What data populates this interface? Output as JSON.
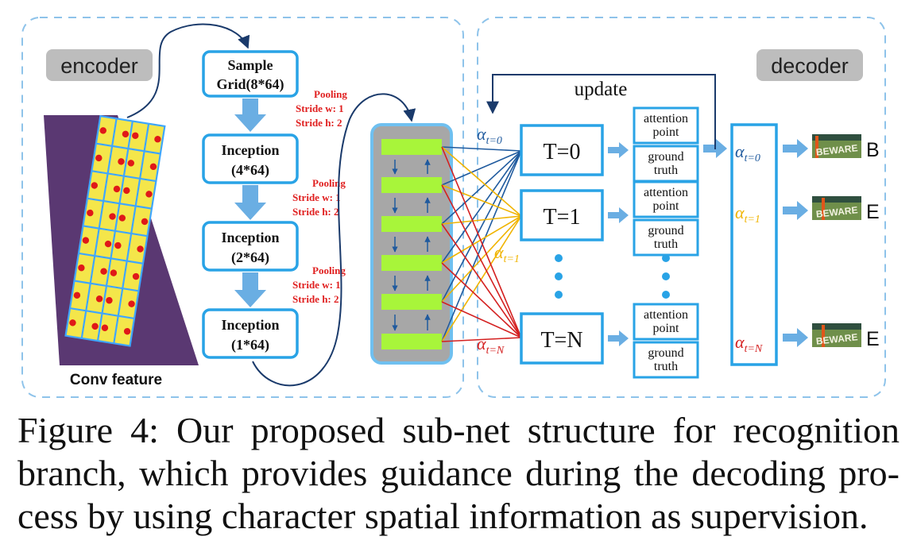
{
  "encoder": {
    "label": "encoder",
    "conv_feature_label": "Conv feature",
    "blocks": [
      {
        "line1": "Sample",
        "line2": "Grid(8*64)"
      },
      {
        "line1": "Inception",
        "line2": "(4*64)"
      },
      {
        "line1": "Inception",
        "line2": "(2*64)"
      },
      {
        "line1": "Inception",
        "line2": "(1*64)"
      }
    ],
    "pooling": [
      {
        "l1": "Pooling",
        "l2": "Stride w: 1",
        "l3": "Stride h: 2"
      },
      {
        "l1": "Pooling",
        "l2": "Stride w: 1",
        "l3": "Stride h: 2"
      },
      {
        "l1": "Pooling",
        "l2": "Stride w: 1",
        "l3": "Stride h: 2"
      }
    ]
  },
  "decoder": {
    "label": "decoder",
    "update_label": "update",
    "steps": [
      {
        "t_label": "T=0",
        "alpha_sub": "t=0",
        "alpha_color": "#1f5a9e",
        "output_char": "B"
      },
      {
        "t_label": "T=1",
        "alpha_sub": "t=1",
        "alpha_color": "#f0b400",
        "output_char": "E"
      },
      {
        "t_label": "T=N",
        "alpha_sub": "t=N",
        "alpha_color": "#d42020",
        "output_char": "E"
      }
    ],
    "attention_point_l1": "attention",
    "attention_point_l2": "point",
    "ground_truth_l1": "ground",
    "ground_truth_l2": "truth",
    "alpha_symbol": "α",
    "word_crop_text": "BEWARE"
  },
  "caption": {
    "line1": "Figure 4:  Our proposed sub-net structure for recognition",
    "line2": "branch, which provides guidance during the decoding pro-",
    "line3": "cess by using character spatial information as supervision."
  },
  "colors": {
    "box_blue": "#29a3e6",
    "arrow_blue": "#6aaee3",
    "panel_dash": "#8ec3ea",
    "pooling_red": "#e02020",
    "green_bar": "#a8f53a",
    "dark_blue": "#1f5a9e",
    "yellow": "#f0b400",
    "red": "#d42020"
  }
}
